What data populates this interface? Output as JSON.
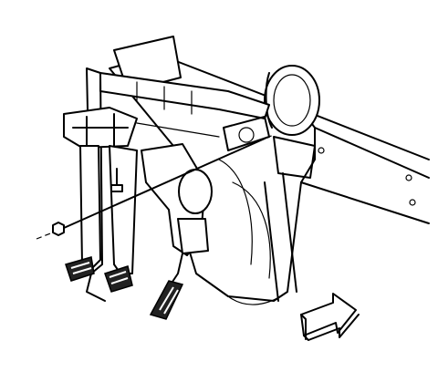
{
  "illustration": {
    "subject": "brake-and-clutch-pedal-assembly",
    "components": [
      "firewall-panel",
      "brake-booster",
      "pedal-bracket",
      "clutch-pedal",
      "brake-pedal",
      "accelerator-pedal",
      "pivot-bolt",
      "pivot-nut",
      "direction-arrow"
    ]
  }
}
